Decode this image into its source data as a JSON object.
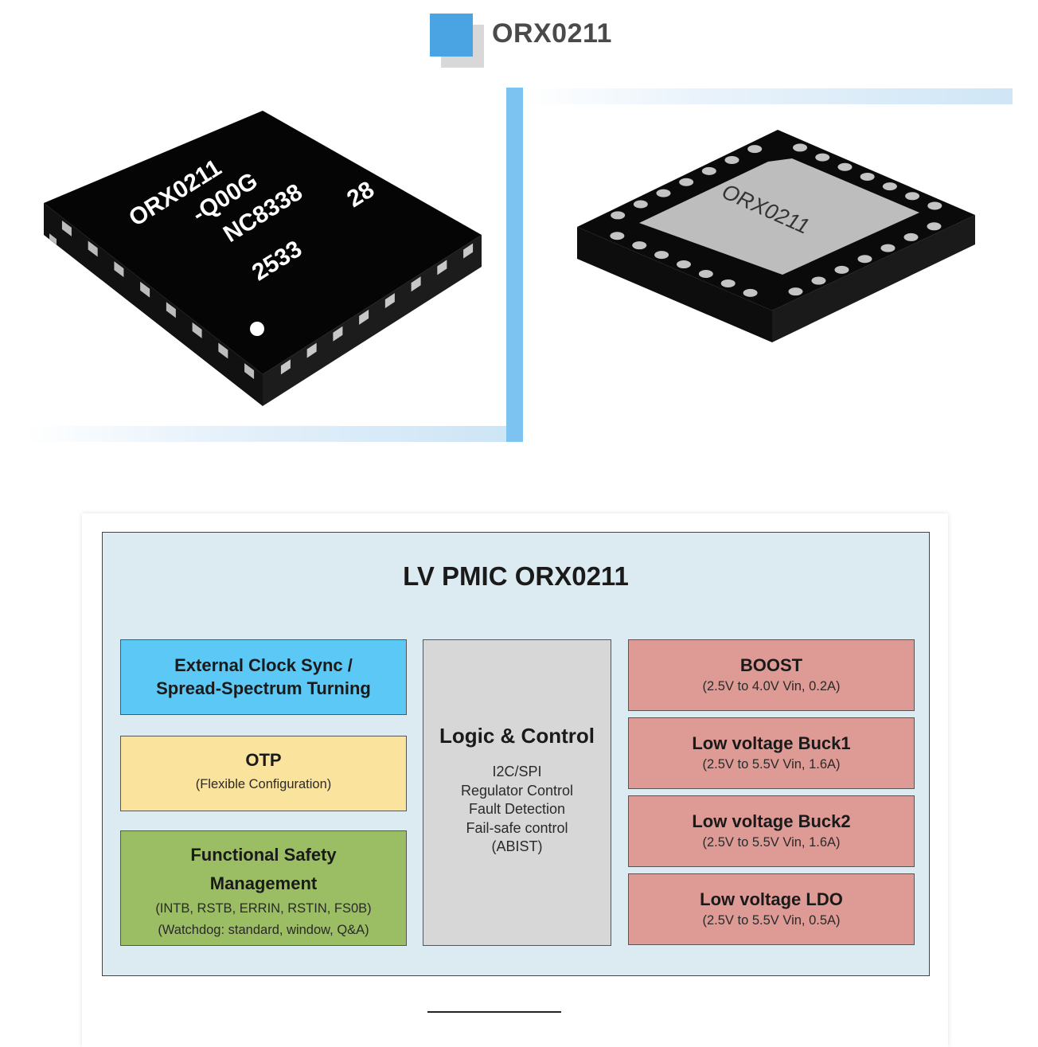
{
  "header": {
    "title": "ORX0211"
  },
  "chip_top": {
    "marking_lines": [
      "ORX0211",
      "-Q00G",
      "NC8338",
      "2533",
      "28"
    ]
  },
  "chip_bottom": {
    "marking": "ORX0211"
  },
  "diagram": {
    "title": "LV PMIC ORX0211",
    "clock": {
      "line1": "External Clock Sync /",
      "line2": "Spread-Spectrum Turning"
    },
    "otp": {
      "title": "OTP",
      "sub": "(Flexible Configuration)"
    },
    "safety": {
      "line1": "Functional Safety",
      "line2": "Management",
      "sub1": "(INTB,  RSTB, ERRIN, RSTIN, FS0B)",
      "sub2": "(Watchdog: standard, window, Q&A)"
    },
    "logic": {
      "title": "Logic & Control",
      "items": [
        "I2C/SPI",
        "Regulator Control",
        "Fault Detection",
        "Fail-safe control",
        "(ABIST)"
      ]
    },
    "boost": {
      "title": "BOOST",
      "sub": "(2.5V to 4.0V Vin, 0.2A)"
    },
    "buck1": {
      "title": "Low voltage Buck1",
      "sub": "(2.5V to 5.5V Vin, 1.6A)"
    },
    "buck2": {
      "title": "Low voltage Buck2",
      "sub": "(2.5V to 5.5V Vin, 1.6A)"
    },
    "ldo": {
      "title": "Low voltage LDO",
      "sub": "(2.5V to 5.5V Vin, 0.5A)"
    }
  },
  "colors": {
    "accent_blue": "#4aa3e2",
    "clock_block": "#5bc8f5",
    "otp_block": "#fae39c",
    "safety_block": "#9bbd63",
    "logic_block": "#d7d7d7",
    "regulator_block": "#de9a94",
    "diagram_bg": "#dcebf1"
  }
}
